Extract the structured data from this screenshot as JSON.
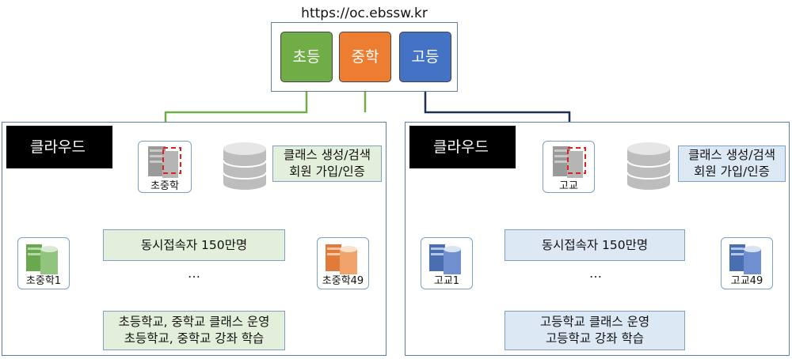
{
  "url": "https://oc.ebssw.kr",
  "levels": [
    {
      "label": "초등",
      "color": "#70ad47"
    },
    {
      "label": "중학",
      "color": "#ed7d31"
    },
    {
      "label": "고등",
      "color": "#4472c4"
    }
  ],
  "left_cloud": {
    "tag": "클라우드",
    "main_server": "초중학",
    "db_info_1": "클래스 생성/검색",
    "db_info_2": "회원 가입/인증",
    "concurrent": "동시접속자 150만명",
    "ellipsis": "…",
    "server_first": "초중학1",
    "server_last": "초중학49",
    "ops_1": "초등학교, 중학교 클래스 운영",
    "ops_2": "초등학교, 중학교 강좌 학습"
  },
  "right_cloud": {
    "tag": "클라우드",
    "main_server": "고교",
    "db_info_1": "클래스 생성/검색",
    "db_info_2": "회원 가입/인증",
    "concurrent": "동시접속자 150만명",
    "ellipsis": "…",
    "server_first": "고교1",
    "server_last": "고교49",
    "ops_1": "고등학교 클래스 운영",
    "ops_2": "고등학교 강좌 학습"
  },
  "colors": {
    "green_line": "#70ad47",
    "navy_line": "#1f2f4f",
    "green_box": "#e2efda",
    "blue_box": "#dde8f5",
    "server_green": "#6aa84f",
    "server_orange": "#e07b39",
    "server_blue": "#4a6fb0",
    "server_gray": "#9a9a9a"
  }
}
